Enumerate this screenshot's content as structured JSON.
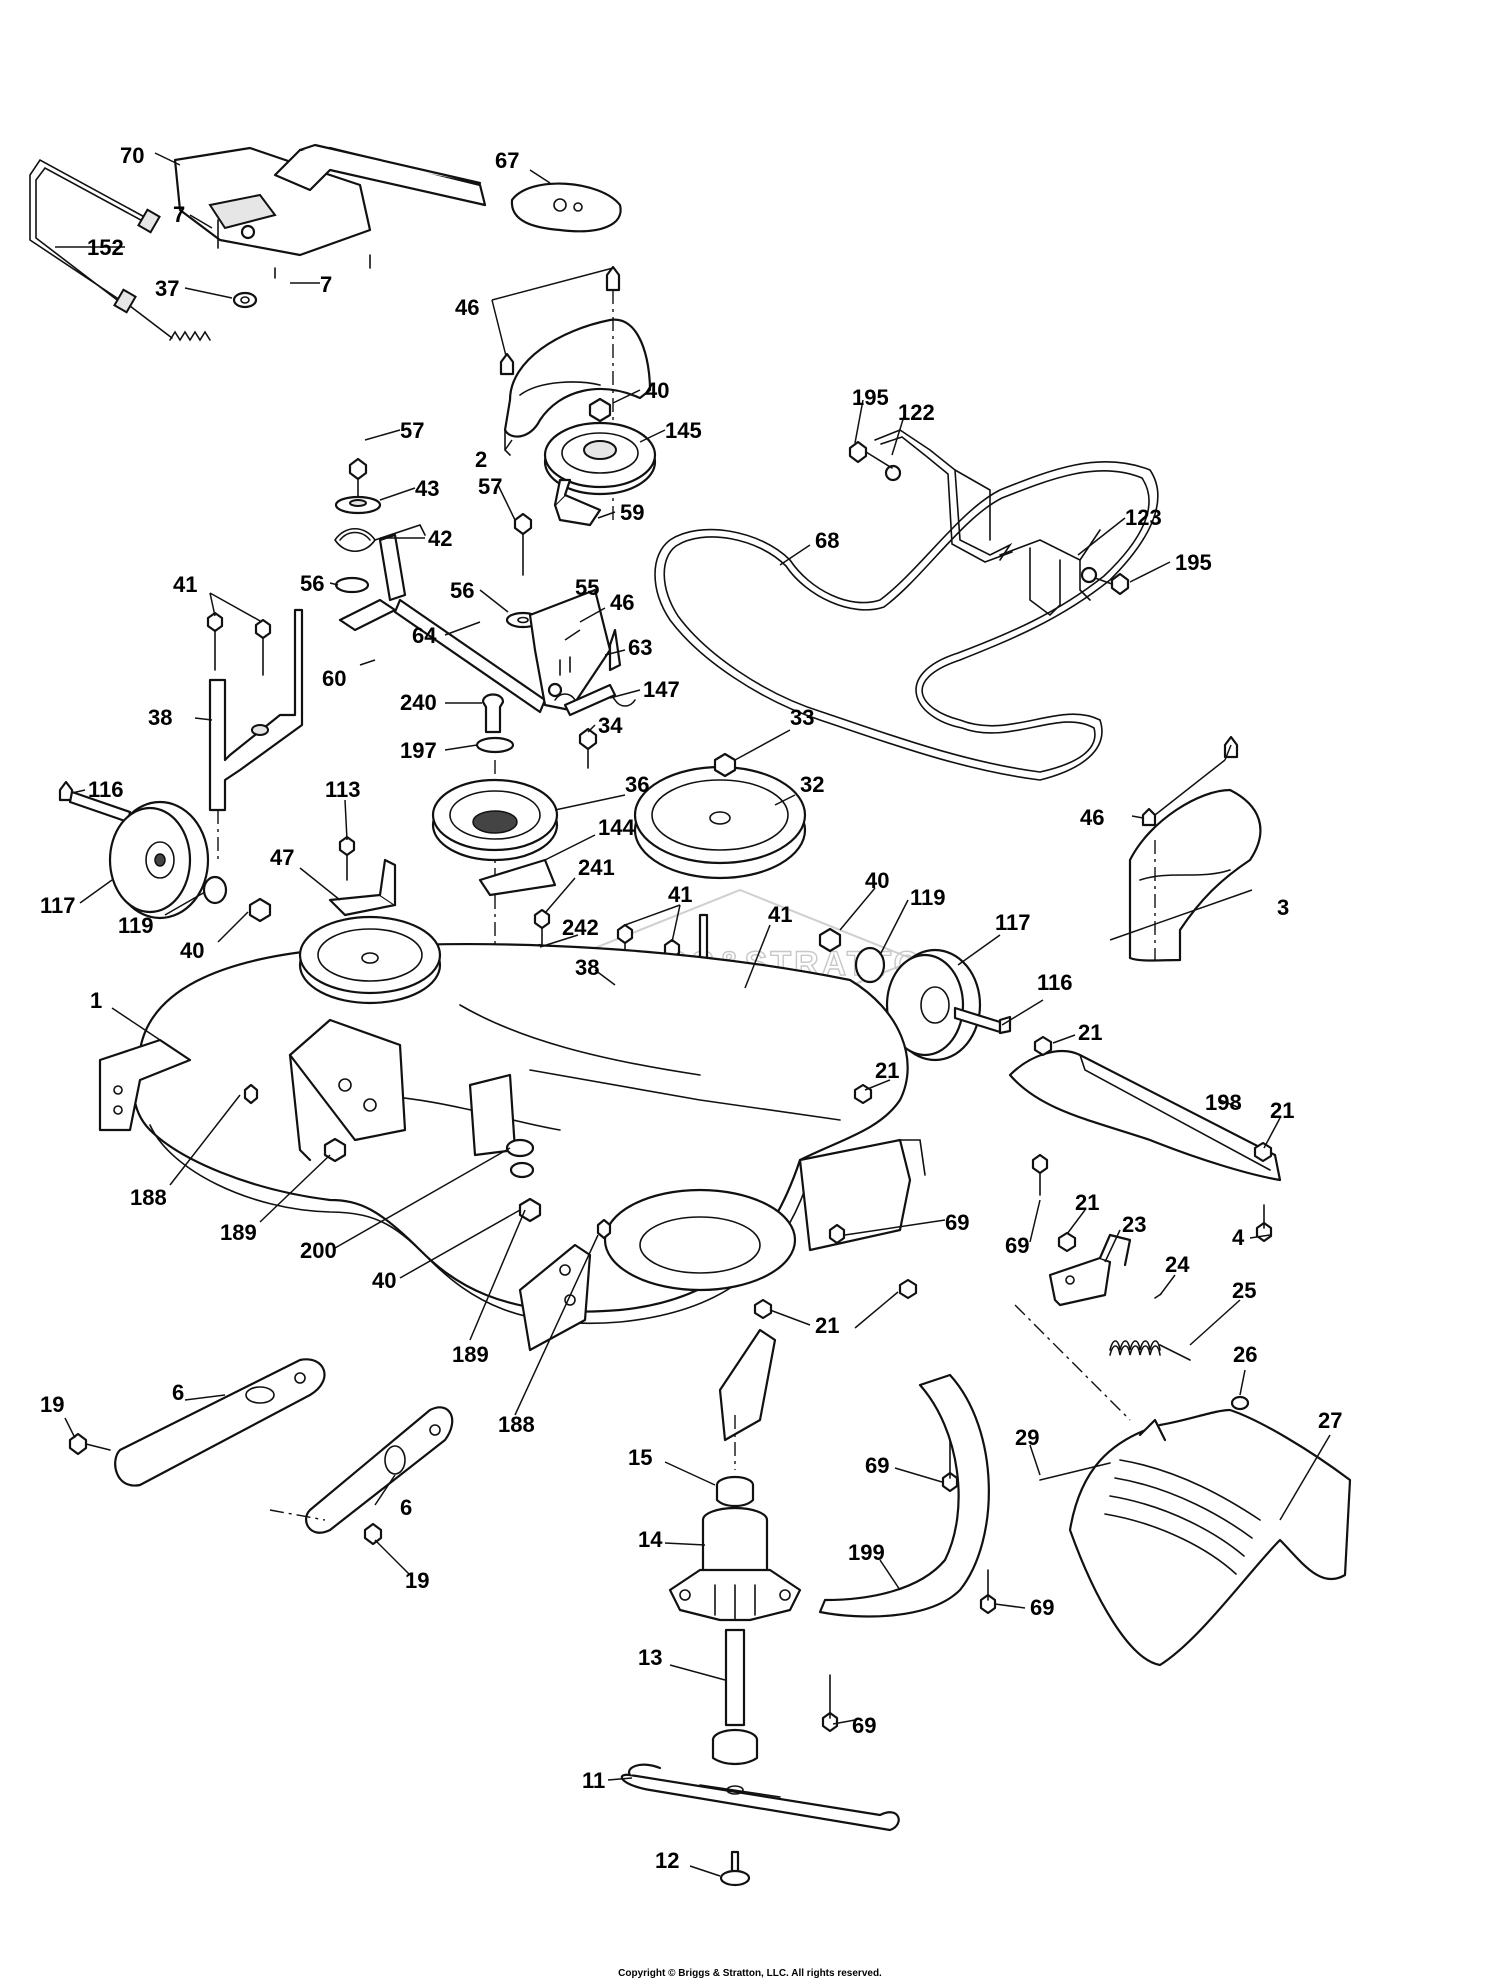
{
  "watermark": "BRIGGS&STRATTON",
  "copyright": "Copyright © Briggs & Stratton, LLC. All rights reserved.",
  "callouts": [
    {
      "id": "c70",
      "text": "70"
    },
    {
      "id": "c67",
      "text": "67"
    },
    {
      "id": "c7a",
      "text": "7"
    },
    {
      "id": "c7b",
      "text": "7"
    },
    {
      "id": "c152",
      "text": "152"
    },
    {
      "id": "c37",
      "text": "37"
    },
    {
      "id": "c46a",
      "text": "46"
    },
    {
      "id": "c40a",
      "text": "40"
    },
    {
      "id": "c2",
      "text": "2"
    },
    {
      "id": "c145",
      "text": "145"
    },
    {
      "id": "c57a",
      "text": "57"
    },
    {
      "id": "c43",
      "text": "43"
    },
    {
      "id": "c42",
      "text": "42"
    },
    {
      "id": "c57b",
      "text": "57"
    },
    {
      "id": "c59",
      "text": "59"
    },
    {
      "id": "c195a",
      "text": "195"
    },
    {
      "id": "c122",
      "text": "122"
    },
    {
      "id": "c68",
      "text": "68"
    },
    {
      "id": "c123",
      "text": "123"
    },
    {
      "id": "c195b",
      "text": "195"
    },
    {
      "id": "c41a",
      "text": "41"
    },
    {
      "id": "c56a",
      "text": "56"
    },
    {
      "id": "c56b",
      "text": "56"
    },
    {
      "id": "c55",
      "text": "55"
    },
    {
      "id": "c46b",
      "text": "46"
    },
    {
      "id": "c63",
      "text": "63"
    },
    {
      "id": "c60",
      "text": "60"
    },
    {
      "id": "c64",
      "text": "64"
    },
    {
      "id": "c147",
      "text": "147"
    },
    {
      "id": "c38a",
      "text": "38"
    },
    {
      "id": "c240",
      "text": "240"
    },
    {
      "id": "c34",
      "text": "34"
    },
    {
      "id": "c33",
      "text": "33"
    },
    {
      "id": "c197",
      "text": "197"
    },
    {
      "id": "c116a",
      "text": "116"
    },
    {
      "id": "c113",
      "text": "113"
    },
    {
      "id": "c36",
      "text": "36"
    },
    {
      "id": "c32",
      "text": "32"
    },
    {
      "id": "c144",
      "text": "144"
    },
    {
      "id": "c46c",
      "text": "46"
    },
    {
      "id": "c47",
      "text": "47"
    },
    {
      "id": "c241",
      "text": "241"
    },
    {
      "id": "c117a",
      "text": "117"
    },
    {
      "id": "c119a",
      "text": "119"
    },
    {
      "id": "c40b",
      "text": "40"
    },
    {
      "id": "c41b",
      "text": "41"
    },
    {
      "id": "c40c",
      "text": "40"
    },
    {
      "id": "c119b",
      "text": "119"
    },
    {
      "id": "c3",
      "text": "3"
    },
    {
      "id": "c242",
      "text": "242"
    },
    {
      "id": "c41c",
      "text": "41"
    },
    {
      "id": "c117b",
      "text": "117"
    },
    {
      "id": "c38b",
      "text": "38"
    },
    {
      "id": "c116b",
      "text": "116"
    },
    {
      "id": "c1",
      "text": "1"
    },
    {
      "id": "c21a",
      "text": "21"
    },
    {
      "id": "c21b",
      "text": "21"
    },
    {
      "id": "c198",
      "text": "198"
    },
    {
      "id": "c21c",
      "text": "21"
    },
    {
      "id": "c188a",
      "text": "188"
    },
    {
      "id": "c189a",
      "text": "189"
    },
    {
      "id": "c69a",
      "text": "69"
    },
    {
      "id": "c4",
      "text": "4"
    },
    {
      "id": "c21d",
      "text": "21"
    },
    {
      "id": "c23",
      "text": "23"
    },
    {
      "id": "c200",
      "text": "200"
    },
    {
      "id": "c69b",
      "text": "69"
    },
    {
      "id": "c40d",
      "text": "40"
    },
    {
      "id": "c24",
      "text": "24"
    },
    {
      "id": "c25",
      "text": "25"
    },
    {
      "id": "c21e",
      "text": "21"
    },
    {
      "id": "c189b",
      "text": "189"
    },
    {
      "id": "c26",
      "text": "26"
    },
    {
      "id": "c6a",
      "text": "6"
    },
    {
      "id": "c19a",
      "text": "19"
    },
    {
      "id": "c188b",
      "text": "188"
    },
    {
      "id": "c27",
      "text": "27"
    },
    {
      "id": "c29",
      "text": "29"
    },
    {
      "id": "c15",
      "text": "15"
    },
    {
      "id": "c69c",
      "text": "69"
    },
    {
      "id": "c6b",
      "text": "6"
    },
    {
      "id": "c14",
      "text": "14"
    },
    {
      "id": "c19b",
      "text": "19"
    },
    {
      "id": "c199",
      "text": "199"
    },
    {
      "id": "c69d",
      "text": "69"
    },
    {
      "id": "c13",
      "text": "13"
    },
    {
      "id": "c69e",
      "text": "69"
    },
    {
      "id": "c11",
      "text": "11"
    },
    {
      "id": "c12",
      "text": "12"
    }
  ]
}
